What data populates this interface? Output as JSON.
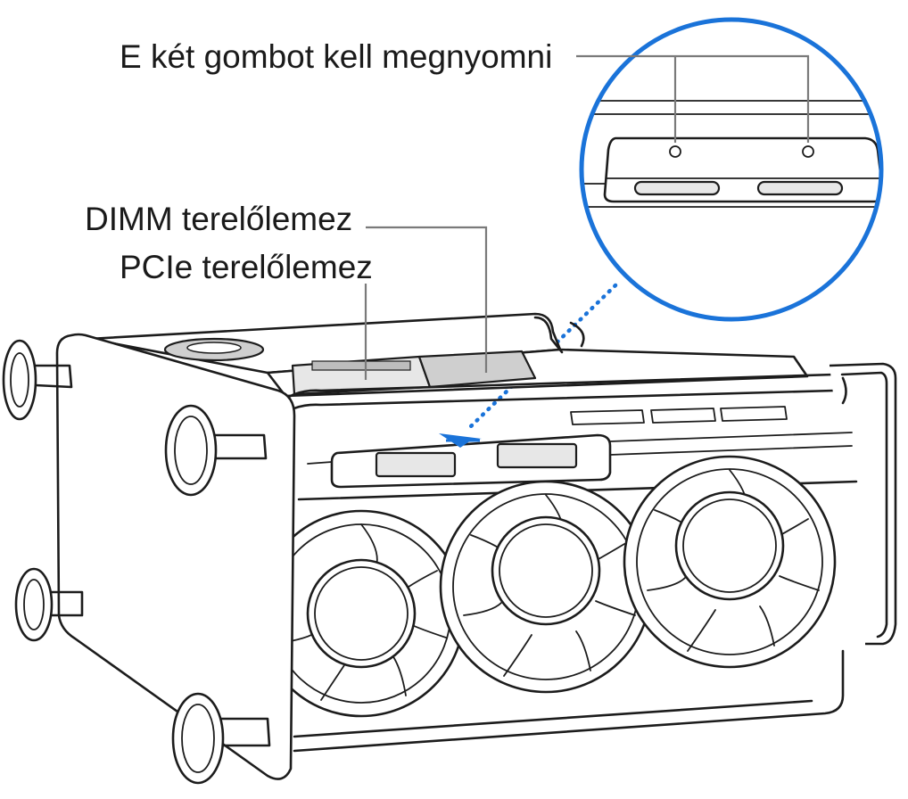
{
  "labels": {
    "press_buttons": "E két gombot kell megnyomni",
    "dimm_cover": "DIMM terelőlemez",
    "pcie_cover": "PCIe terelőlemez"
  },
  "colors": {
    "magnifier_ring": "#1a73d9",
    "dotted_pointer": "#1a73d9",
    "arrow": "#1a73d9",
    "leader_lines": "#7a7a7a",
    "ink": "#1c1c1c"
  }
}
